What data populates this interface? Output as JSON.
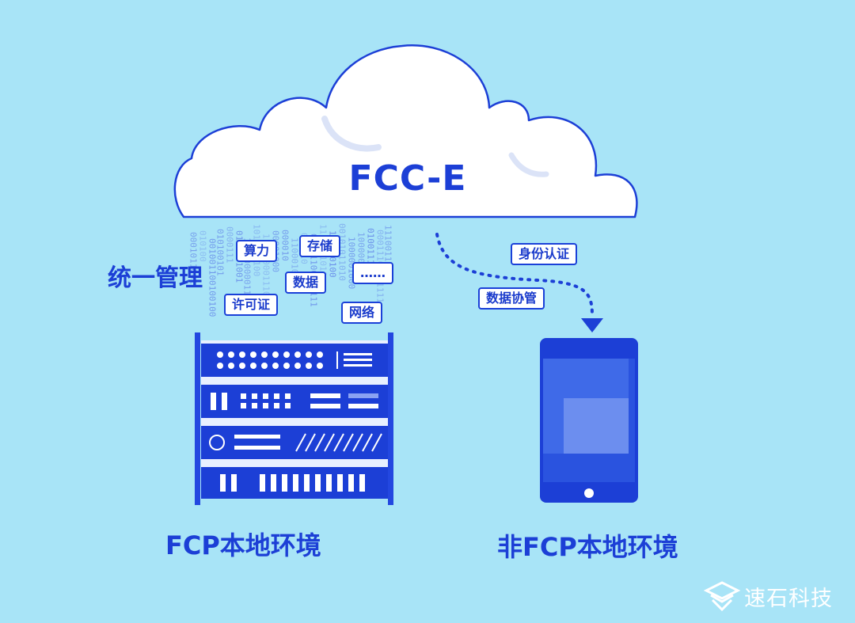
{
  "cloud": {
    "title": "FCC-E"
  },
  "left": {
    "heading": "统一管理",
    "caption": "FCP本地环境",
    "tags": {
      "compute": "算力",
      "storage": "存储",
      "data": "数据",
      "ellipsis": "……",
      "license": "许可证",
      "network": "网络"
    }
  },
  "right": {
    "caption": "非FCP本地环境",
    "tags": {
      "identity": "身份认证",
      "data_hosting": "数据协管"
    }
  },
  "watermark": {
    "text": "速石科技"
  },
  "colors": {
    "background": "#a8e4f7",
    "primary_blue": "#1c3fd6",
    "cloud": "#ffffff"
  }
}
